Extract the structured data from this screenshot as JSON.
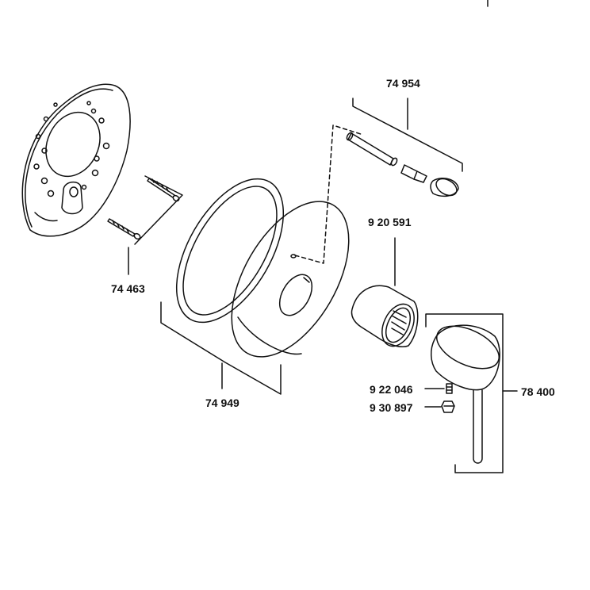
{
  "diagram": {
    "parts": [
      {
        "id": "screws",
        "number": "74 463"
      },
      {
        "id": "cover-plate-set",
        "number": "74 949"
      },
      {
        "id": "extension-set",
        "number": "74 954"
      },
      {
        "id": "sleeve",
        "number": "9 20 591"
      },
      {
        "id": "handle-set",
        "number": "78 400"
      },
      {
        "id": "set-screw",
        "number": "9 22 046"
      },
      {
        "id": "cap-nut",
        "number": "9 30 897"
      }
    ],
    "colors": {
      "line": "#111111",
      "background": "#ffffff"
    }
  }
}
